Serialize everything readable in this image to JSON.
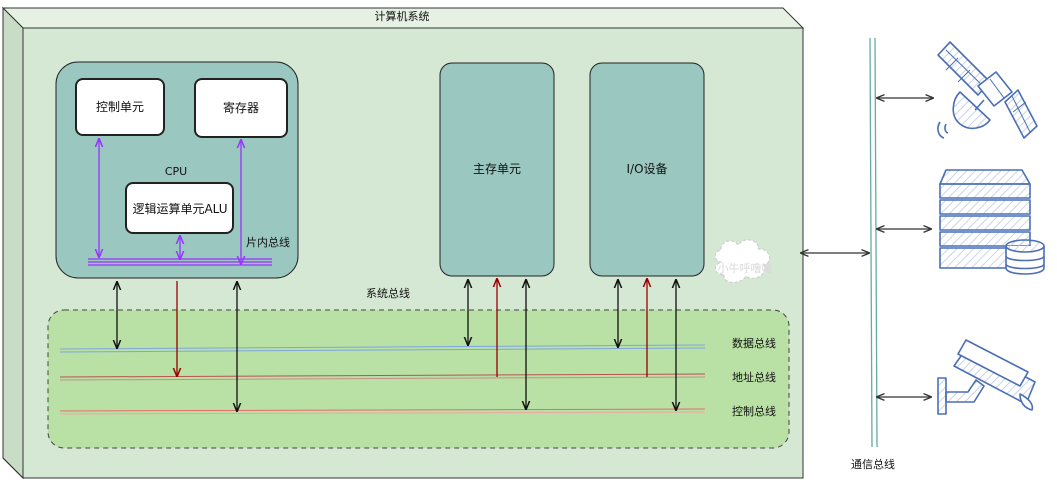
{
  "system": {
    "title": "计算机系统"
  },
  "cpu": {
    "label": "CPU",
    "control_unit": "控制单元",
    "register": "寄存器",
    "alu": "逻辑运算单元ALU",
    "internal_bus": "片内总线"
  },
  "main_memory": {
    "label": "主存单元"
  },
  "io": {
    "label": "I/O设备"
  },
  "watermark": "小牛呼噜噜",
  "system_bus": {
    "label": "系统总线",
    "data_bus": "数据总线",
    "address_bus": "地址总线",
    "control_bus": "控制总线"
  },
  "comm_bus": {
    "label": "通信总线",
    "devices": [
      "satellite-icon",
      "server-database-icon",
      "security-camera-icon"
    ]
  },
  "colors": {
    "system_fill": "#d5e8d4",
    "component_fill": "#9ac7bf",
    "bus_area_fill": "#b9e0a5",
    "data_bus": "#7ea6e0",
    "address_bus": "#b85450",
    "control_bus": "#ea6b66",
    "cpu_internal_arrow": "#9933ff",
    "address_arrow": "#990000",
    "comm_bus": "#67ab9f",
    "icon_stroke": "#4a6fb5"
  }
}
